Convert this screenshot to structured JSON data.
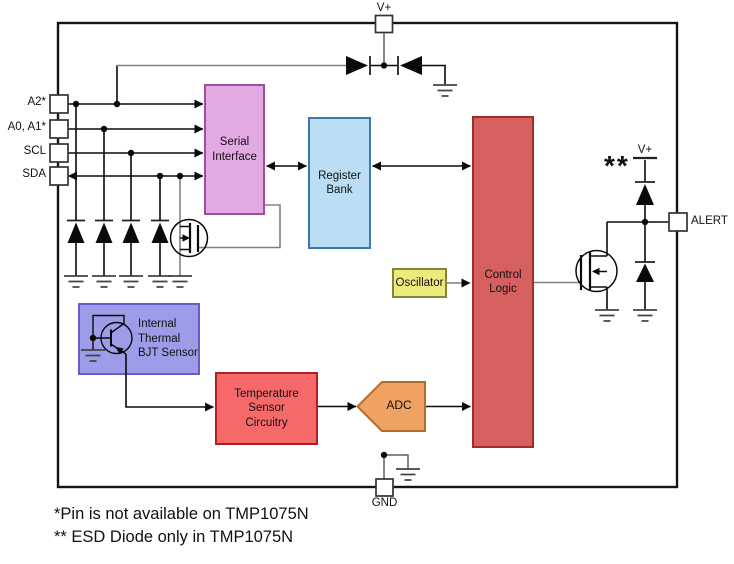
{
  "pins": {
    "vplus_top": {
      "label": "V+"
    },
    "a2": {
      "label": "A2*"
    },
    "a0_a1": {
      "label": "A0, A1*"
    },
    "scl": {
      "label": "SCL"
    },
    "sda": {
      "label": "SDA"
    },
    "gnd": {
      "label": "GND"
    },
    "alert": {
      "label": "ALERT"
    },
    "vplus_right": {
      "label": "V+"
    },
    "esd_marker": {
      "label": "**"
    }
  },
  "blocks": {
    "serial_interface": {
      "lines": [
        "Serial",
        "Interface"
      ],
      "fill": "#E2A9E2",
      "border": "#9C4F9C"
    },
    "register_bank": {
      "lines": [
        "Register",
        "Bank"
      ],
      "fill": "#BBDEF5",
      "border": "#3B78AE"
    },
    "control_logic": {
      "lines": [
        "Control",
        "Logic"
      ],
      "fill": "#D65F5F",
      "border": "#A02C2C"
    },
    "oscillator": {
      "lines": [
        "Oscillator"
      ],
      "fill": "#EBEB7D",
      "border": "#84843D"
    },
    "bjt_sensor": {
      "lines": [
        "Internal",
        "Thermal",
        "BJT Sensor"
      ],
      "fill": "#9C9CE8",
      "border": "#6A5BCC"
    },
    "temp_sensor": {
      "lines": [
        "Temperature",
        "Sensor",
        "Circuitry"
      ],
      "fill": "#F5696B",
      "border": "#B02020"
    },
    "adc": {
      "label": "ADC",
      "fill": "#F0A263",
      "border": "#B06E2B"
    }
  },
  "footnotes": [
    "*Pin is not available on TMP1075N",
    "** ESD Diode only in TMP1075N"
  ],
  "wire_colors": {
    "signal": "#000000",
    "internal_wire": "#808080"
  }
}
